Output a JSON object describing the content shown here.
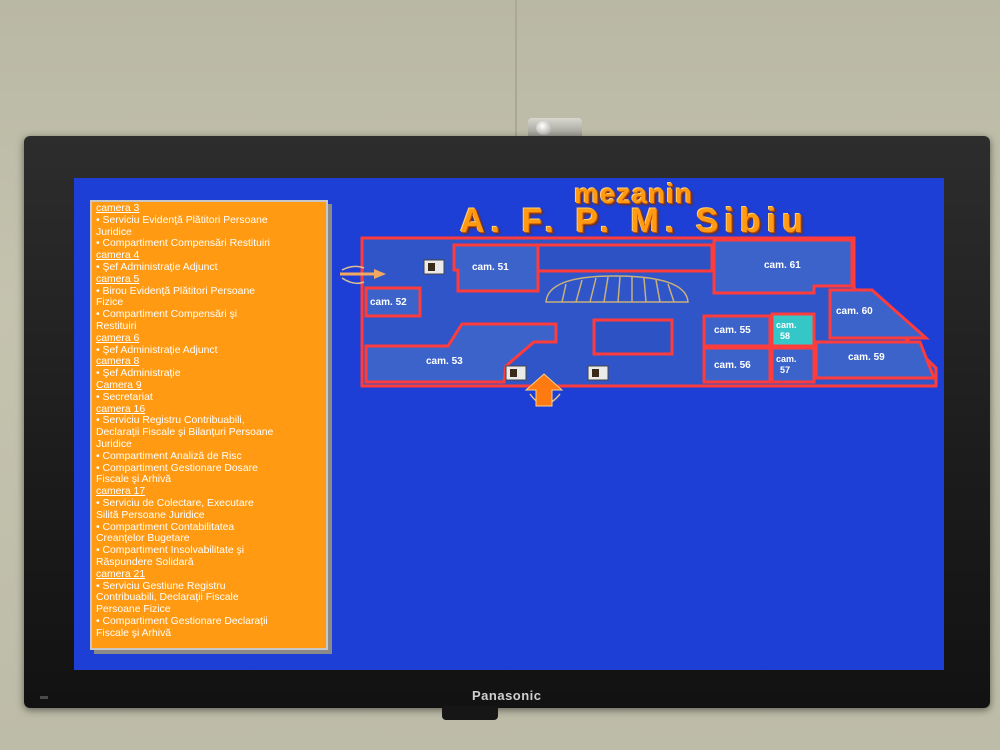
{
  "screen": {
    "brand": "Panasonic",
    "title_top": "mezanin",
    "title_main": "A. F. P. M. Sibiu"
  },
  "legend": [
    {
      "text": "camera 3",
      "head": true
    },
    {
      "text": "• Serviciu Evidenţă Plătitori Persoane",
      "head": false
    },
    {
      "text": "Juridice",
      "head": false
    },
    {
      "text": "• Compartiment Compensări Restituiri",
      "head": false
    },
    {
      "text": "camera 4",
      "head": true
    },
    {
      "text": "• Şef Administraţie Adjunct",
      "head": false
    },
    {
      "text": "camera 5",
      "head": true
    },
    {
      "text": "• Birou Evidenţă Plătitori Persoane",
      "head": false
    },
    {
      "text": "Fizice",
      "head": false
    },
    {
      "text": "• Compartiment Compensări şi",
      "head": false
    },
    {
      "text": "Restituiri",
      "head": false
    },
    {
      "text": "camera 6",
      "head": true
    },
    {
      "text": "• Şef Administraţie Adjunct",
      "head": false
    },
    {
      "text": "camera 8",
      "head": true
    },
    {
      "text": "• Şef Administraţie",
      "head": false
    },
    {
      "text": "Camera 9",
      "head": true
    },
    {
      "text": "• Secretariat",
      "head": false
    },
    {
      "text": "camera 16",
      "head": true
    },
    {
      "text": "• Serviciu Registru Contribuabili,",
      "head": false
    },
    {
      "text": "Declaraţii Fiscale şi Bilanţuri Persoane",
      "head": false
    },
    {
      "text": "Juridice",
      "head": false
    },
    {
      "text": "• Compartiment Analiză de Risc",
      "head": false
    },
    {
      "text": "• Compartiment Gestionare Dosare",
      "head": false
    },
    {
      "text": "Fiscale şi Arhivă",
      "head": false
    },
    {
      "text": "camera 17",
      "head": true
    },
    {
      "text": "• Serviciu de Colectare, Executare",
      "head": false
    },
    {
      "text": "Silită Persoane Juridice",
      "head": false
    },
    {
      "text": "• Compartiment Contabilitatea",
      "head": false
    },
    {
      "text": "Creanţelor Bugetare",
      "head": false
    },
    {
      "text": "• Compartiment Insolvabilitate şi",
      "head": false
    },
    {
      "text": "Răspundere Solidară",
      "head": false
    },
    {
      "text": "camera 21",
      "head": true
    },
    {
      "text": "• Serviciu Gestiune Registru",
      "head": false
    },
    {
      "text": "Contribuabili, Declaraţii Fiscale",
      "head": false
    },
    {
      "text": "Persoane Fizice",
      "head": false
    },
    {
      "text": "• Compartiment Gestionare Declaraţii",
      "head": false
    },
    {
      "text": "Fiscale şi Arhivă",
      "head": false
    }
  ],
  "rooms": {
    "cam51": "cam. 51",
    "cam52": "cam. 52",
    "cam53": "cam. 53",
    "cam55": "cam. 55",
    "cam56": "cam. 56",
    "cam57": "cam. 57",
    "cam58": "cam. 58",
    "cam59": "cam. 59",
    "cam60": "cam. 60",
    "cam61": "cam. 61"
  },
  "colors": {
    "screen_bg": "#1d3fd6",
    "room_fill": "#3c63c9",
    "wall": "#ff3c3c",
    "highlight_room": "#35c6c8",
    "panel": "#ff9a12"
  },
  "icons": [
    "entrance-arrow-icon",
    "up-arrow-icon",
    "door-icon"
  ]
}
